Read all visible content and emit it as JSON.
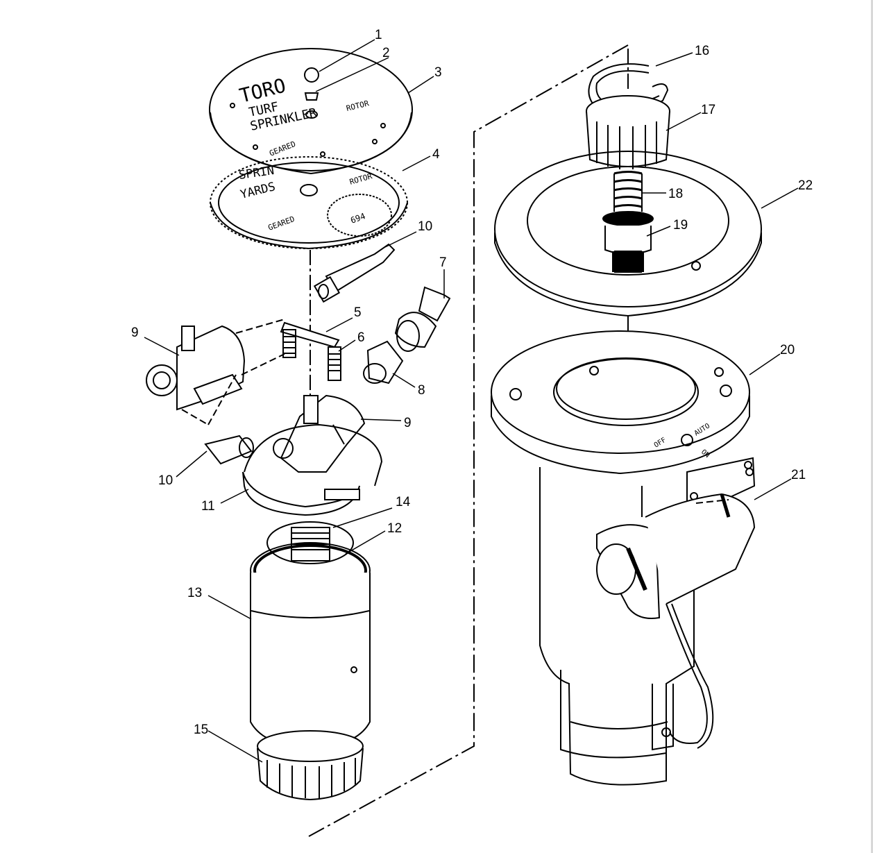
{
  "engraving": {
    "cap_brand": "TORO",
    "cap_line1": "TURF",
    "cap_line2": "SPRINKLER",
    "cap_left": "GEARED",
    "cap_right": "ROTOR",
    "gear_line1": "SPRIN",
    "gear_line2": "YARDS",
    "gear_left": "GEARED",
    "gear_right": "ROTOR",
    "gear_number": "694",
    "valve_off": "OFF",
    "valve_auto": "AUTO",
    "valve_on": "ON"
  },
  "callouts": [
    {
      "id": "1",
      "label": "1"
    },
    {
      "id": "2",
      "label": "2"
    },
    {
      "id": "3",
      "label": "3"
    },
    {
      "id": "4",
      "label": "4"
    },
    {
      "id": "5",
      "label": "5"
    },
    {
      "id": "6",
      "label": "6"
    },
    {
      "id": "7",
      "label": "7"
    },
    {
      "id": "8",
      "label": "8"
    },
    {
      "id": "9a",
      "label": "9"
    },
    {
      "id": "9b",
      "label": "9"
    },
    {
      "id": "10a",
      "label": "10"
    },
    {
      "id": "10b",
      "label": "10"
    },
    {
      "id": "11",
      "label": "11"
    },
    {
      "id": "12",
      "label": "12"
    },
    {
      "id": "13",
      "label": "13"
    },
    {
      "id": "14",
      "label": "14"
    },
    {
      "id": "15",
      "label": "15"
    },
    {
      "id": "16",
      "label": "16"
    },
    {
      "id": "17",
      "label": "17"
    },
    {
      "id": "18",
      "label": "18"
    },
    {
      "id": "19",
      "label": "19"
    },
    {
      "id": "20",
      "label": "20"
    },
    {
      "id": "21",
      "label": "21"
    },
    {
      "id": "22",
      "label": "22"
    }
  ]
}
